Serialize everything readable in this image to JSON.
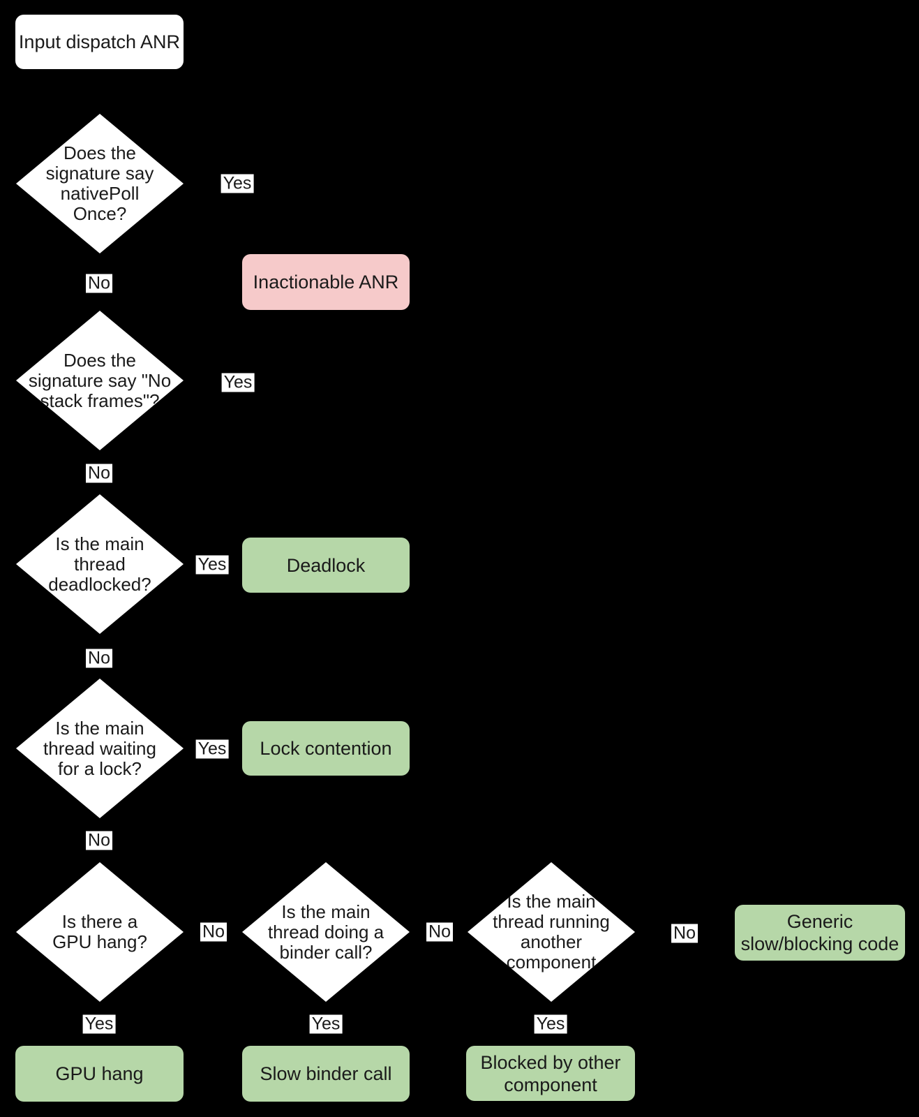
{
  "diagram": {
    "title_node": "Input dispatch ANR",
    "type": "flowchart",
    "colors": {
      "background": "#000000",
      "node_fill": "#ffffff",
      "outcome_green": "#b6d7a8",
      "inactionable_pink": "#f6caca",
      "text": "#1a1a1a"
    }
  },
  "nodes": {
    "start": {
      "label": "Input dispatch ANR"
    },
    "d_native_poll": {
      "question": "Does the\nsignature say\nnativePoll\nOnce?"
    },
    "inactionable": {
      "label": "Inactionable ANR"
    },
    "d_no_stack_frames": {
      "question": "Does the\nsignature say \"No\nstack frames\"?"
    },
    "d_deadlocked": {
      "question": "Is the main\nthread\ndeadlocked?"
    },
    "deadlock": {
      "label": "Deadlock"
    },
    "d_waiting_lock": {
      "question": "Is the main\nthread waiting\nfor a lock?"
    },
    "lock_contention": {
      "label": "Lock contention"
    },
    "d_gpu_hang": {
      "question": "Is there a\nGPU hang?"
    },
    "d_binder_call": {
      "question": "Is the main\nthread doing a\nbinder call?"
    },
    "d_other_component": {
      "question": "Is the main\nthread running\nanother\ncomponent"
    },
    "generic_slow": {
      "label": "Generic\nslow/blocking code"
    },
    "gpu_hang": {
      "label": "GPU hang"
    },
    "slow_binder": {
      "label": "Slow binder call"
    },
    "blocked_other": {
      "label": "Blocked by other\ncomponent"
    }
  },
  "edge_labels": {
    "yes": "Yes",
    "no": "No"
  }
}
